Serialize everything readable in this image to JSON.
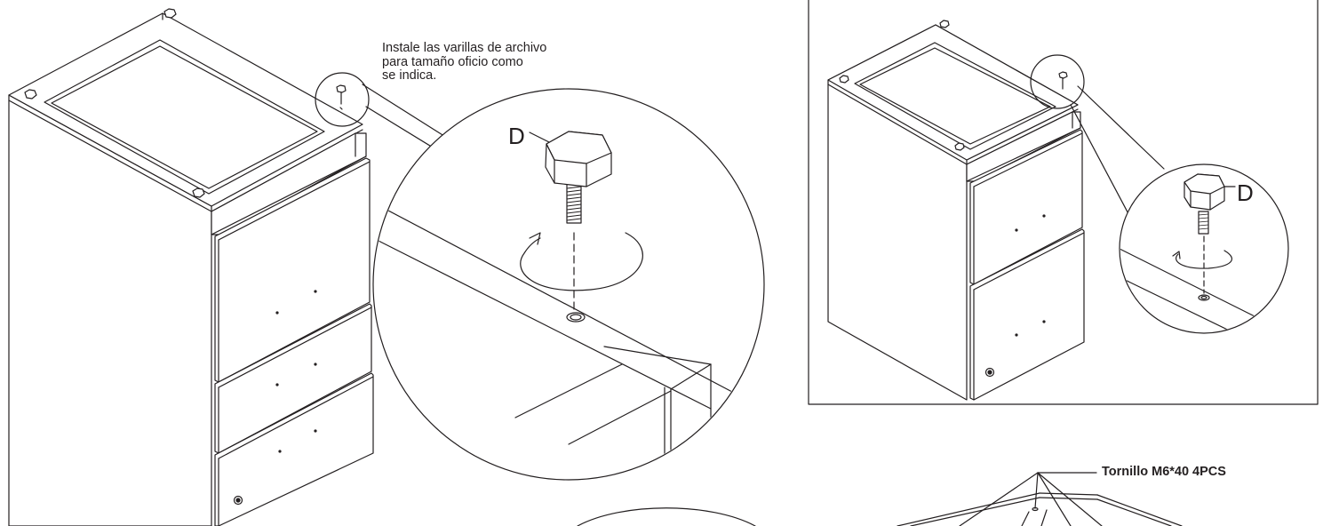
{
  "instruction": {
    "lines": [
      "Instale las varillas de archivo",
      "para tamaño oficio como",
      "se indica."
    ]
  },
  "labels": {
    "part_left": "D",
    "part_right": "D",
    "screw": "Tornillo M6*40 4PCS"
  },
  "colors": {
    "line": "#231f20",
    "background": "#ffffff"
  }
}
